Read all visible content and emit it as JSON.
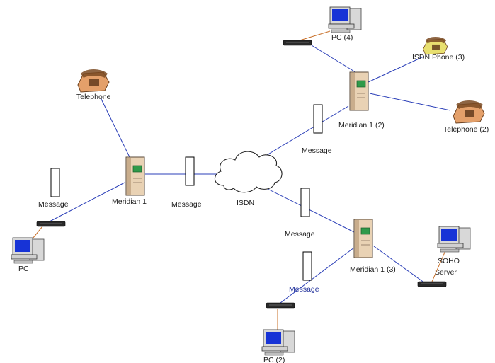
{
  "diagram": {
    "nodes": {
      "meridian1": "Meridian 1",
      "meridian1_2": "Meridian 1 (2)",
      "meridian1_3": "Meridian 1 (3)",
      "isdn": "ISDN",
      "telephone": "Telephone",
      "telephone2": "Telephone (2)",
      "isdn_phone3": "ISDN Phone (3)",
      "pc": "PC",
      "pc2": "PC (2)",
      "pc4": "PC (4)",
      "soho_server_line1": "SOHO",
      "soho_server_line2": "Server"
    },
    "messages": {
      "left": "Message",
      "center": "Message",
      "upper_right": "Message",
      "lower_right": "Message",
      "bottom": "Message"
    },
    "colors": {
      "link": "#2b3fb8",
      "orange_link": "#c8702a",
      "phone_orange": "#e4a06a",
      "phone_yellow": "#e8e070",
      "server_body": "#e9d2b4",
      "server_led": "#2f9a4a",
      "monitor_screen": "#1733d6"
    }
  }
}
